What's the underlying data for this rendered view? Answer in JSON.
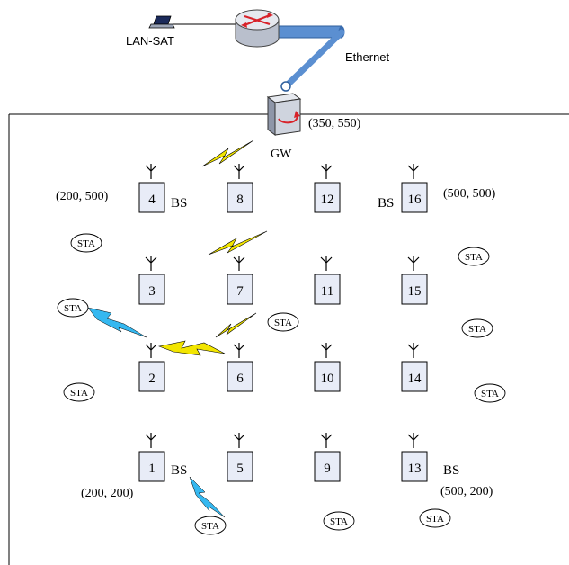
{
  "network": {
    "laptop_label": "LAN-SAT",
    "ethernet_label": "Ethernet",
    "gateway_label": "GW",
    "gateway_coord": "(350, 550)"
  },
  "base_stations": [
    {
      "id": "1"
    },
    {
      "id": "2"
    },
    {
      "id": "3"
    },
    {
      "id": "4"
    },
    {
      "id": "5"
    },
    {
      "id": "6"
    },
    {
      "id": "7"
    },
    {
      "id": "8"
    },
    {
      "id": "9"
    },
    {
      "id": "10"
    },
    {
      "id": "11"
    },
    {
      "id": "12"
    },
    {
      "id": "13"
    },
    {
      "id": "14"
    },
    {
      "id": "15"
    },
    {
      "id": "16"
    }
  ],
  "bs_labels": [
    "BS",
    "BS",
    "BS",
    "BS"
  ],
  "coordinates": [
    "(200, 500)",
    "(500, 500)",
    "(200, 200)",
    "(500, 200)"
  ],
  "stations": [
    "STA",
    "STA",
    "STA",
    "STA",
    "STA",
    "STA",
    "STA",
    "STA",
    "STA",
    "STA"
  ],
  "colors": {
    "bs_fill": "#e8ecf7",
    "ethernet": "#5b8fd1",
    "wireless_yellow": "#f2e500",
    "wireless_blue": "#35b8f0",
    "router": "#d9dde6",
    "router_arrow": "#d8232a"
  }
}
